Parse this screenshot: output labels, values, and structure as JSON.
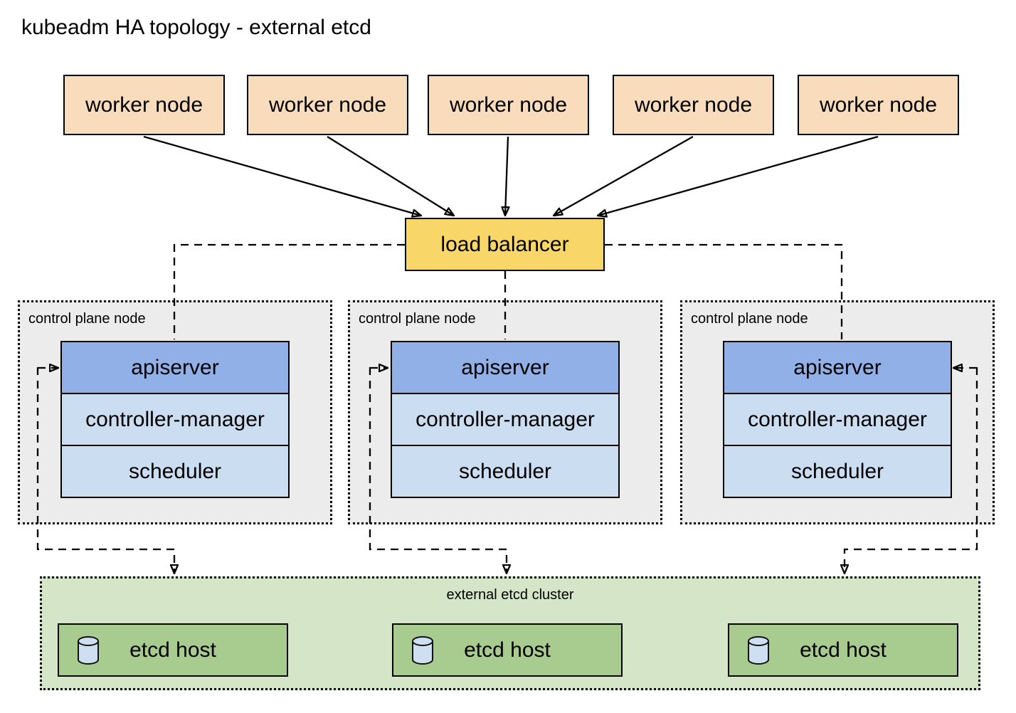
{
  "title": "kubeadm HA topology - external etcd",
  "workers": [
    {
      "label": "worker node"
    },
    {
      "label": "worker node"
    },
    {
      "label": "worker node"
    },
    {
      "label": "worker node"
    },
    {
      "label": "worker node"
    }
  ],
  "load_balancer": {
    "label": "load balancer"
  },
  "control_planes": [
    {
      "label": "control plane node",
      "components": [
        "apiserver",
        "controller-manager",
        "scheduler"
      ]
    },
    {
      "label": "control plane node",
      "components": [
        "apiserver",
        "controller-manager",
        "scheduler"
      ]
    },
    {
      "label": "control plane node",
      "components": [
        "apiserver",
        "controller-manager",
        "scheduler"
      ]
    }
  ],
  "etcd_cluster": {
    "label": "external etcd cluster",
    "hosts": [
      {
        "label": "etcd host",
        "icon": "database-cylinder-icon"
      },
      {
        "label": "etcd host",
        "icon": "database-cylinder-icon"
      },
      {
        "label": "etcd host",
        "icon": "database-cylinder-icon"
      }
    ]
  },
  "colors": {
    "worker_fill": "#f9dcbb",
    "load_balancer_fill": "#f8d667",
    "apiserver_fill": "#91b0e8",
    "component_fill": "#cbddf1",
    "control_plane_fill": "#ececec",
    "etcd_cluster_fill": "#d5e5c8",
    "etcd_host_fill": "#a8cc8f",
    "cylinder_fill": "#cedff2",
    "line": "#000000"
  }
}
